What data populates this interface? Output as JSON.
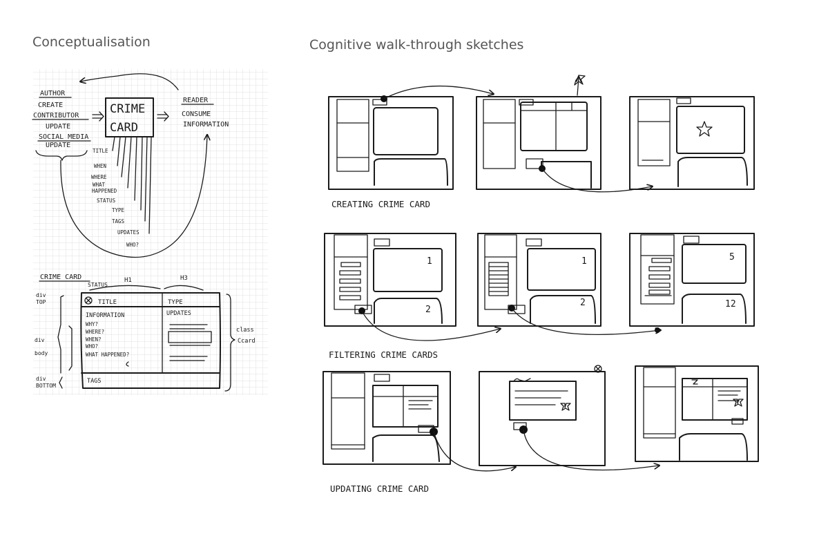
{
  "headings": {
    "left": "Conceptualisation",
    "right": "Cognitive walk-through sketches"
  },
  "concept": {
    "author": {
      "title": "AUTHOR",
      "create": "CREATE",
      "contributor": "CONTRIBUTOR",
      "update1": "UPDATE",
      "social": "SOCIAL MEDIA",
      "update2": "UPDATE"
    },
    "card_center": [
      "CRIME",
      "CARD"
    ],
    "reader": {
      "title": "READER",
      "line1": "CONSUME",
      "line2": "INFORMATION"
    },
    "fields": [
      "TITLE",
      "WHEN",
      "WHERE",
      "WHAT",
      "HAPPENED",
      "STATUS",
      "TYPE",
      "TAGS",
      "UPDATES",
      "WHO?"
    ],
    "crime_card": {
      "label": "CRIME CARD",
      "status": "STATUS",
      "h1": "H1",
      "h3": "H3",
      "div_top": [
        "div",
        "TOP"
      ],
      "div_body": [
        "div",
        "body"
      ],
      "div_bottom": [
        "div",
        "BOTTOM"
      ],
      "title": "TITLE",
      "type": "TYPE",
      "information": "INFORMATION",
      "updates": "UPDATES",
      "questions": [
        "WHY?",
        "WHERE?",
        "WHEN?",
        "WHO?",
        "WHAT HAPPENED?"
      ],
      "tags": "TAGS",
      "class_label": [
        "class",
        "Ccard"
      ]
    }
  },
  "sketches": {
    "row1_caption": "CREATING  CRIME CARD",
    "row2_caption": "FILTERING  CRIME CARDS",
    "row3_caption": "UPDATING  CRIME CARD",
    "row2_counts": [
      {
        "top": "1",
        "bottom": "2"
      },
      {
        "top": "1",
        "bottom": "2"
      },
      {
        "top": "5",
        "bottom": "12"
      }
    ]
  }
}
